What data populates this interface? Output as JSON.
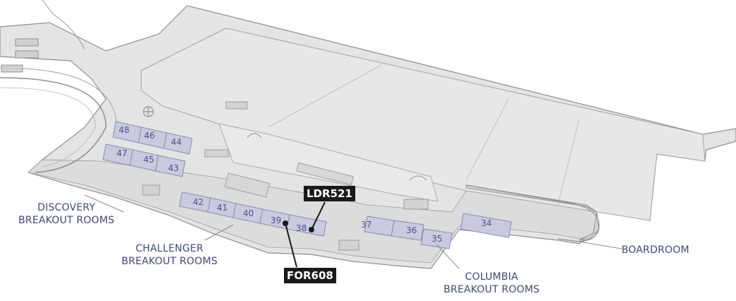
{
  "labels": {
    "discovery": [
      "DISCOVERY",
      "BREAKOUT ROOMS"
    ],
    "challenger": [
      "CHALLENGER",
      "BREAKOUT ROOMS"
    ],
    "columbia": [
      "COLUMBIA",
      "BREAKOUT ROOMS"
    ],
    "boardroom": "BOARDROOM"
  },
  "markers": {
    "ldr": "LDR521",
    "for": "FOR608"
  },
  "rooms": [
    "48",
    "46",
    "44",
    "47",
    "45",
    "43",
    "42",
    "41",
    "40",
    "39",
    "38",
    "37",
    "36",
    "35",
    "34"
  ],
  "colors": {
    "room_fill": "#c9cadf",
    "room_stroke": "#8a8cae",
    "floor": "#e4e4e4",
    "wall": "#8f8f8f",
    "label": "#3d4a73",
    "marker": "#1a1a1a"
  }
}
